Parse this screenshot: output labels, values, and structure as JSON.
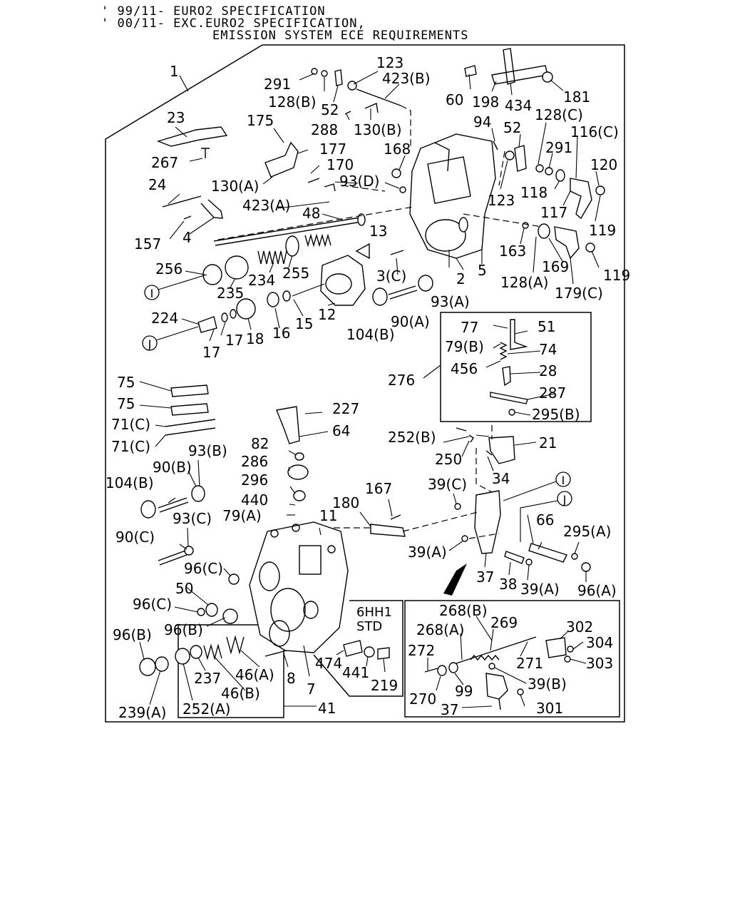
{
  "header": {
    "line1": "' 99/11- EURO2 SPECIFICATION",
    "line2": "' 00/11- EXC.EURO2 SPECIFICATION,",
    "line3": "EMISSION SYSTEM ECE REQUIREMENTS"
  },
  "inset_label": {
    "line1": "6HH1",
    "line2": "STD"
  },
  "connectors": {
    "i": "I",
    "j": "J"
  },
  "callouts": [
    "1",
    "291",
    "128(B)",
    "52",
    "123",
    "423(B)",
    "60",
    "198",
    "434",
    "181",
    "23",
    "175",
    "288",
    "130(B)",
    "94",
    "52",
    "128(C)",
    "116(C)",
    "267",
    "177",
    "170",
    "168",
    "291",
    "120",
    "130(A)",
    "93(D)",
    "123",
    "118",
    "24",
    "423(A)",
    "48",
    "13",
    "117",
    "119",
    "157",
    "4",
    "163",
    "169",
    "256",
    "235",
    "234",
    "255",
    "3(C)",
    "2",
    "5",
    "128(A)",
    "179(C)",
    "119",
    "224",
    "18",
    "16",
    "15",
    "12",
    "104(B)",
    "90(A)",
    "93(A)",
    "17",
    "17",
    "77",
    "51",
    "79(B)",
    "74",
    "456",
    "28",
    "276",
    "287",
    "295(B)",
    "75",
    "75",
    "71(C)",
    "71(C)",
    "227",
    "64",
    "252(B)",
    "21",
    "250",
    "34",
    "82",
    "286",
    "296",
    "440",
    "79(A)",
    "11",
    "180",
    "167",
    "39(C)",
    "104(B)",
    "90(B)",
    "93(B)",
    "93(C)",
    "90(C)",
    "96(C)",
    "50",
    "66",
    "295(A)",
    "39(A)",
    "37",
    "38",
    "39(A)",
    "96(A)",
    "96(C)",
    "96(B)",
    "96(B)",
    "237",
    "46(A)",
    "46(B)",
    "252(A)",
    "239(A)",
    "8",
    "7",
    "474",
    "441",
    "219",
    "41",
    "268(B)",
    "268(A)",
    "269",
    "302",
    "304",
    "272",
    "271",
    "303",
    "99",
    "39(B)",
    "270",
    "37",
    "301"
  ]
}
